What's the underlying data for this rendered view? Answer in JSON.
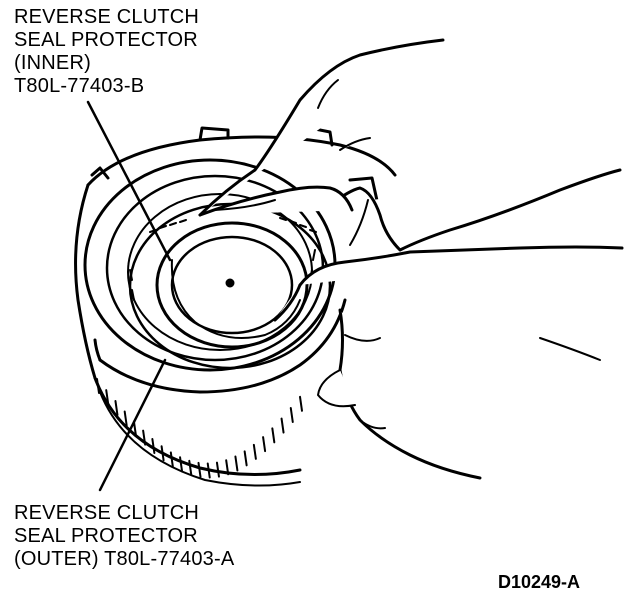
{
  "callout_inner": {
    "line1": "REVERSE CLUTCH",
    "line2": "SEAL PROTECTOR",
    "line3": "(INNER)",
    "line4": "T80L-77403-B"
  },
  "callout_outer": {
    "line1": "REVERSE CLUTCH",
    "line2": "SEAL PROTECTOR",
    "line3": "(OUTER) T80L-77403-A"
  },
  "figure_id": "D10249-A",
  "colors": {
    "ink": "#000000",
    "paper": "#ffffff"
  }
}
